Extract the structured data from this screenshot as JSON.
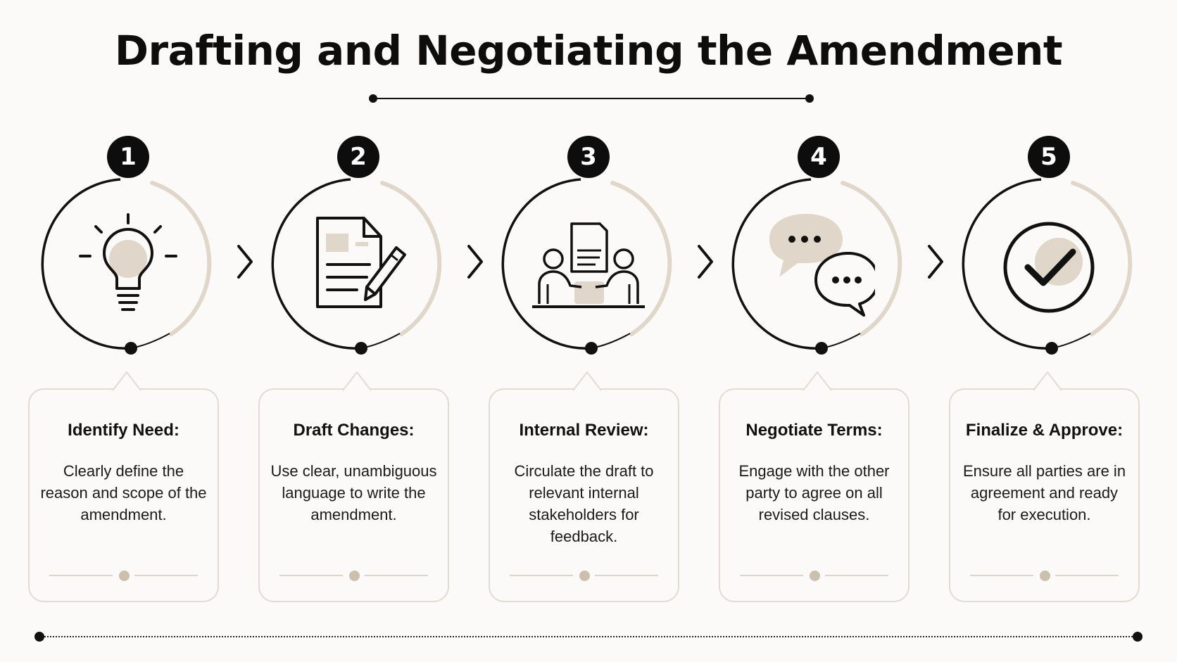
{
  "title": "Drafting and Negotiating the Amendment",
  "steps": [
    {
      "number": "1",
      "icon": "lightbulb-icon",
      "title": "Identify Need:",
      "description": "Clearly define the reason and scope of the amendment."
    },
    {
      "number": "2",
      "icon": "document-pen-icon",
      "title": "Draft Changes:",
      "description": "Use clear, unambiguous language to write the amendment."
    },
    {
      "number": "3",
      "icon": "meeting-review-icon",
      "title": "Internal Review:",
      "description": "Circulate the draft to relevant internal stakeholders for feedback."
    },
    {
      "number": "4",
      "icon": "chat-bubbles-icon",
      "title": "Negotiate Terms:",
      "description": "Engage with the other party to agree on all revised clauses."
    },
    {
      "number": "5",
      "icon": "checkmark-icon",
      "title": "Finalize & Approve:",
      "description": "Ensure all parties are in agreement and ready for execution."
    }
  ],
  "colors": {
    "ink": "#0d0d0d",
    "accent": "#e0d7ca",
    "card_border": "#e2dbd0",
    "background": "#fbfaf8"
  }
}
